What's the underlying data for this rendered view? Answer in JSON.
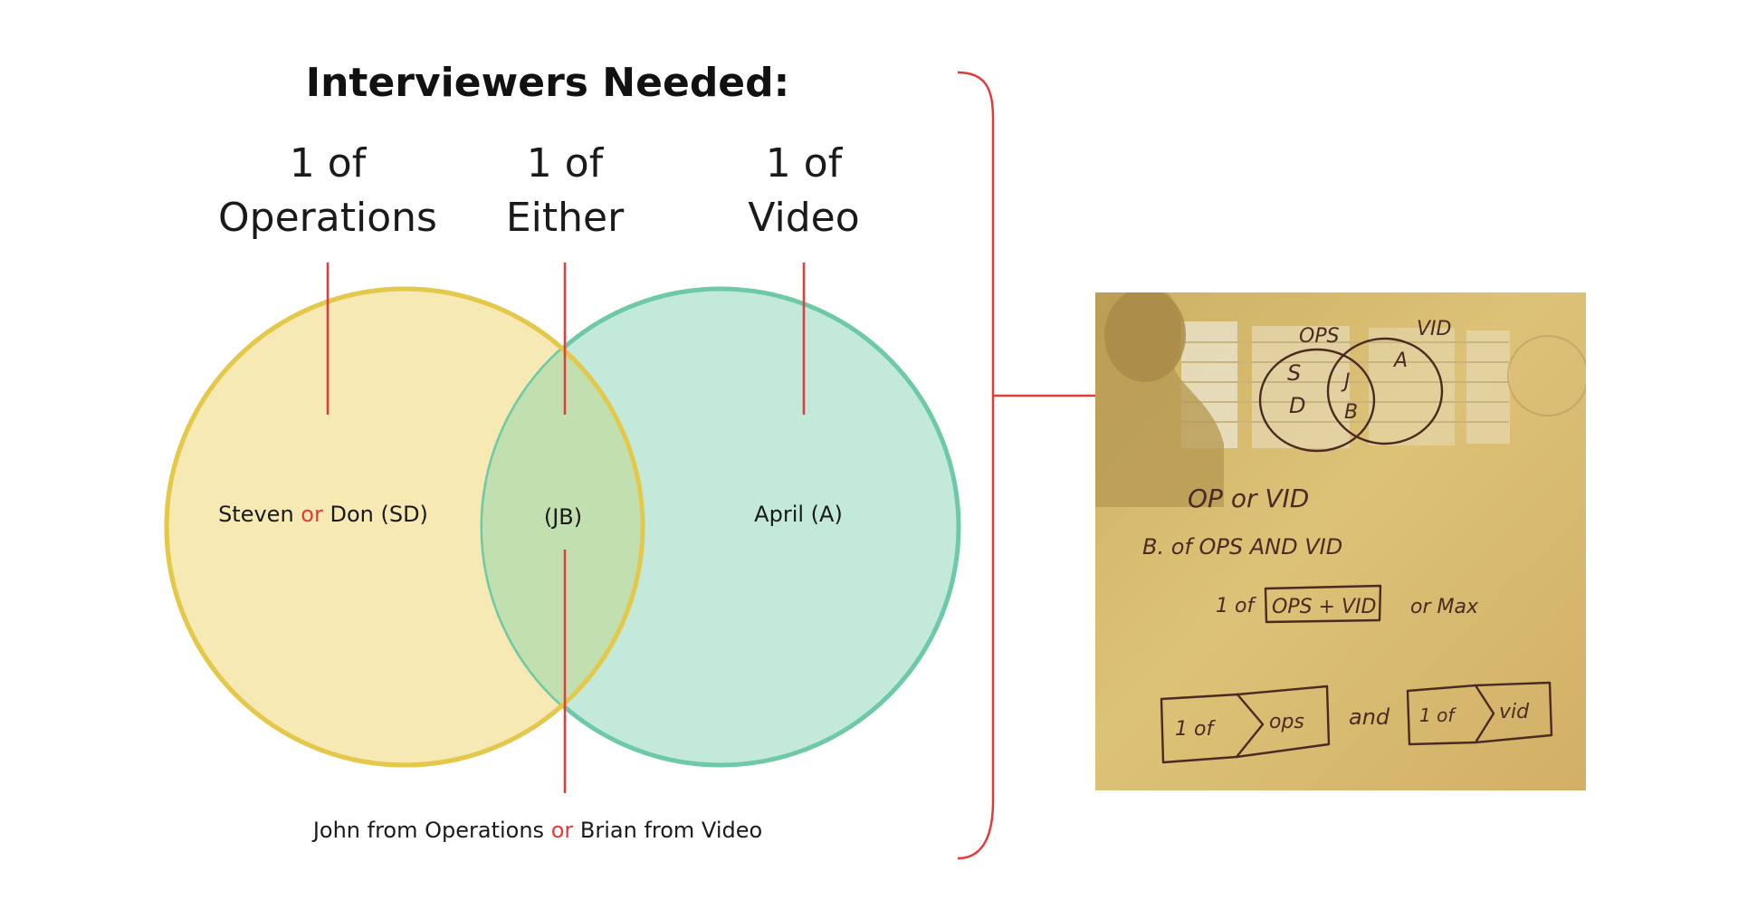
{
  "title": "Interviewers Needed:",
  "groups": [
    {
      "id": "operations",
      "line1": "1 of",
      "line2": "Operations"
    },
    {
      "id": "either",
      "line1": "1 of",
      "line2": "Either"
    },
    {
      "id": "video",
      "line1": "1 of",
      "line2": "Video"
    }
  ],
  "members": {
    "operations": {
      "part1": "Steven ",
      "or": "or",
      "part2": " Don (SD)"
    },
    "either": {
      "text": "(JB)"
    },
    "video": {
      "text": "April (A)"
    }
  },
  "footnote": {
    "part1": "John from Operations ",
    "or": "or",
    "part2": " Brian from Video"
  },
  "colors": {
    "operations_fill": "#f6e9b4",
    "operations_stroke": "#e4c84a",
    "video_fill": "#c3e9da",
    "video_stroke": "#6ec9a6",
    "overlap_fill": "#c2dfaf",
    "accent_red": "#e23b3b",
    "whiteboard_bg": "#dcc277"
  },
  "whiteboard": {
    "ops_label": "OPS",
    "vid_label": "VID",
    "ops_letters": [
      "S",
      "D"
    ],
    "either_letters": [
      "J",
      "B"
    ],
    "vid_letter": "A",
    "line1": "OP or VID",
    "line2": "B. of OPS AND VID",
    "line3_prefix": "1 of",
    "line3_box": "OPS + VID",
    "line3_suffix": "or Max",
    "row4_box1_left": "1 of",
    "row4_box1_right": "ops",
    "row4_and": "and",
    "row4_box2_left": "1 of",
    "row4_box2_right": "vid"
  }
}
